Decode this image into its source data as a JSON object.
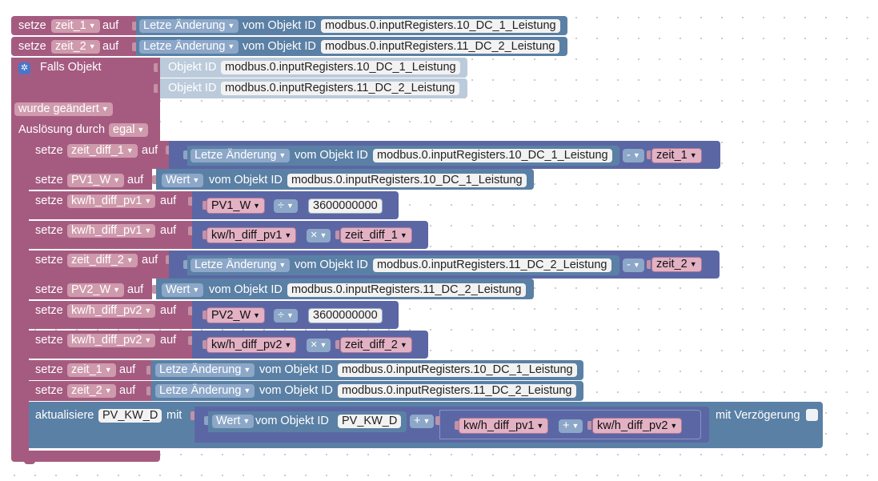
{
  "kw": {
    "setze": "setze",
    "auf": "auf",
    "vom_objekt_id": "vom Objekt ID",
    "objekt_id": "Objekt ID",
    "falls_objekt": "Falls Objekt",
    "wurde_geaendert": "wurde geändert",
    "ausloesung_durch": "Auslösung durch",
    "egal": "egal",
    "aktualisiere": "aktualisiere",
    "mit": "mit",
    "mit_verzoegerung": "mit Verzögerung",
    "letze_aenderung": "Letze Änderung",
    "wert": "Wert",
    "minus": "-",
    "divide": "÷",
    "multiply": "×",
    "plus": "+"
  },
  "vars": {
    "zeit_1": "zeit_1",
    "zeit_2": "zeit_2",
    "zeit_diff_1": "zeit_diff_1",
    "zeit_diff_2": "zeit_diff_2",
    "pv1_w": "PV1_W",
    "pv2_w": "PV2_W",
    "kwh_diff_pv1": "kw/h_diff_pv1",
    "kwh_diff_pv2": "kw/h_diff_pv2",
    "pv_kw_d": "PV_KW_D"
  },
  "ids": {
    "dc1": "modbus.0.inputRegisters.10_DC_1_Leistung",
    "dc2": "modbus.0.inputRegisters.11_DC_2_Leistung",
    "pv_kw_d": "PV_KW_D"
  },
  "numbers": {
    "divisor": "3600000000"
  },
  "colors": {
    "variables": "#a55b80",
    "objects": "#5b80a5",
    "math": "#5b67a5",
    "trigger_objects": "#bccbdb",
    "workspace_dots": "#c9c9c9"
  }
}
